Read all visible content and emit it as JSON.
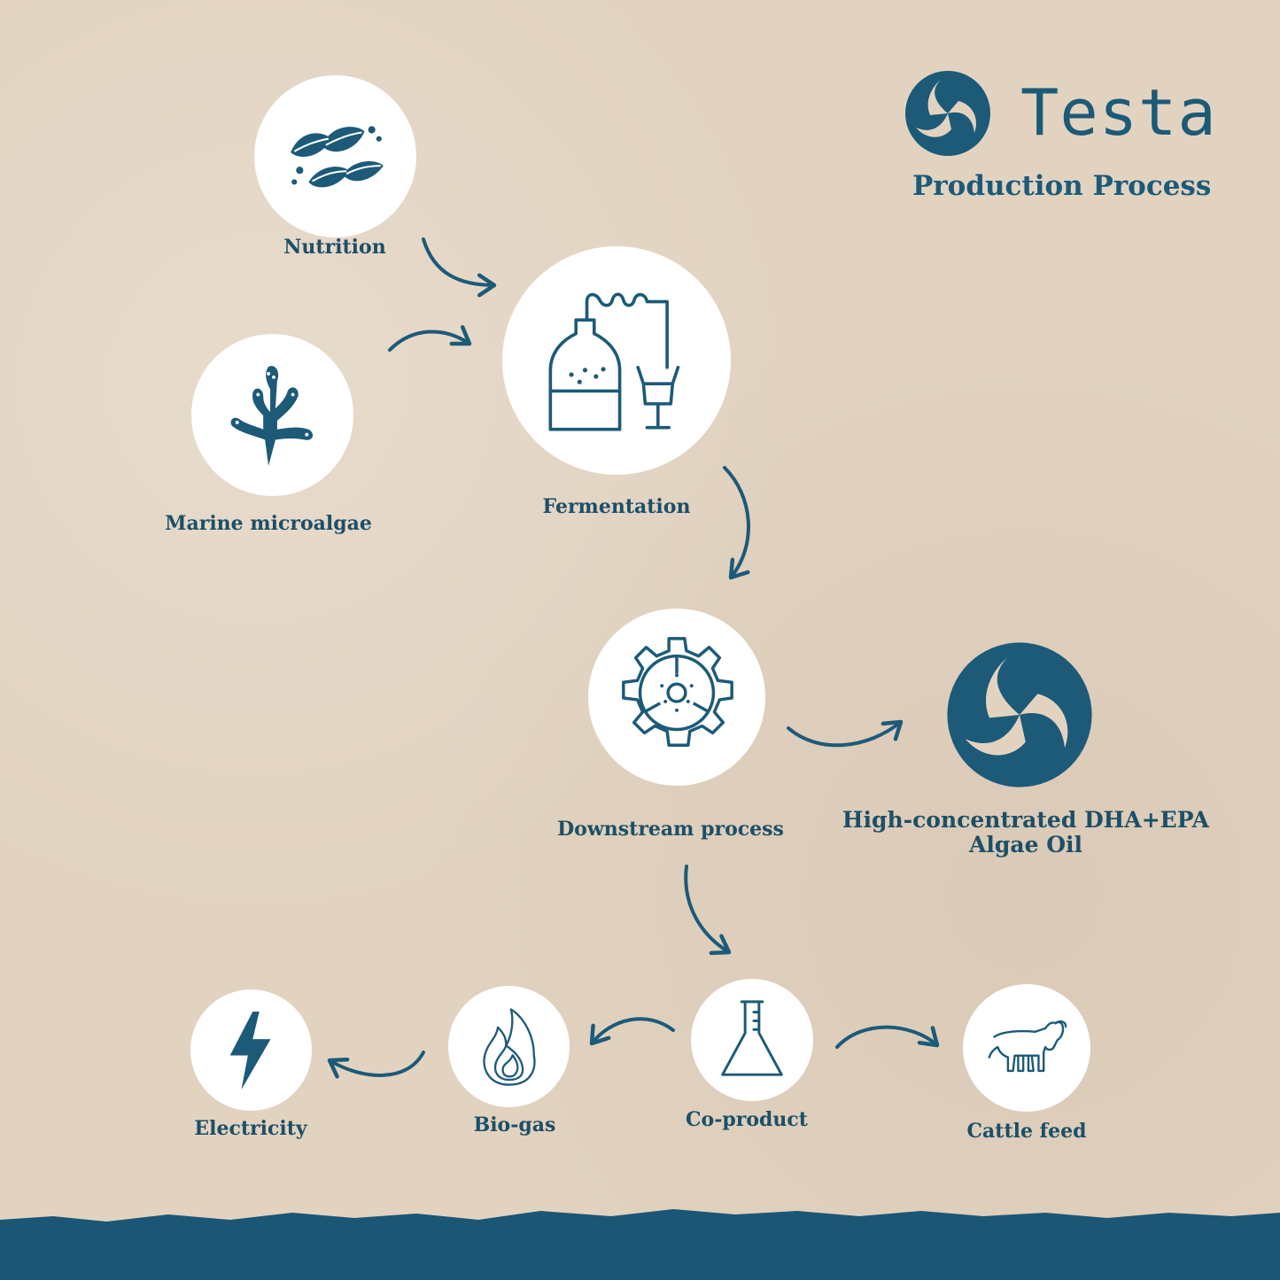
{
  "brand": {
    "name": "Testa",
    "subtitle": "Production Process",
    "logo_icon": "testa-swirl-logo",
    "color": "#1c5a78"
  },
  "colors": {
    "accent": "#1c5a78",
    "label": "#1d4f66",
    "background": "#e2d3c1",
    "node_fill": "#ffffff"
  },
  "nodes": {
    "nutrition": {
      "label": "Nutrition",
      "icon": "leaves-icon"
    },
    "microalgae": {
      "label": "Marine microalgae",
      "icon": "algae-icon"
    },
    "fermentation": {
      "label": "Fermentation",
      "icon": "fermenter-icon"
    },
    "downstream": {
      "label": "Downstream process",
      "icon": "gear-icon"
    },
    "product": {
      "label_line1": "High-concentrated DHA+EPA",
      "label_line2": "Algae Oil",
      "icon": "testa-swirl-logo"
    },
    "coproduct": {
      "label": "Co-product",
      "icon": "flask-icon"
    },
    "biogas": {
      "label": "Bio-gas",
      "icon": "flame-icon"
    },
    "electricity": {
      "label": "Electricity",
      "icon": "lightning-icon"
    },
    "cattle": {
      "label": "Cattle feed",
      "icon": "bull-icon"
    }
  },
  "flow": [
    {
      "from": "Nutrition",
      "to": "Fermentation"
    },
    {
      "from": "Marine microalgae",
      "to": "Fermentation"
    },
    {
      "from": "Fermentation",
      "to": "Downstream process"
    },
    {
      "from": "Downstream process",
      "to": "High-concentrated DHA+EPA Algae Oil"
    },
    {
      "from": "Downstream process",
      "to": "Co-product"
    },
    {
      "from": "Co-product",
      "to": "Bio-gas"
    },
    {
      "from": "Bio-gas",
      "to": "Electricity"
    },
    {
      "from": "Co-product",
      "to": "Cattle feed"
    }
  ]
}
